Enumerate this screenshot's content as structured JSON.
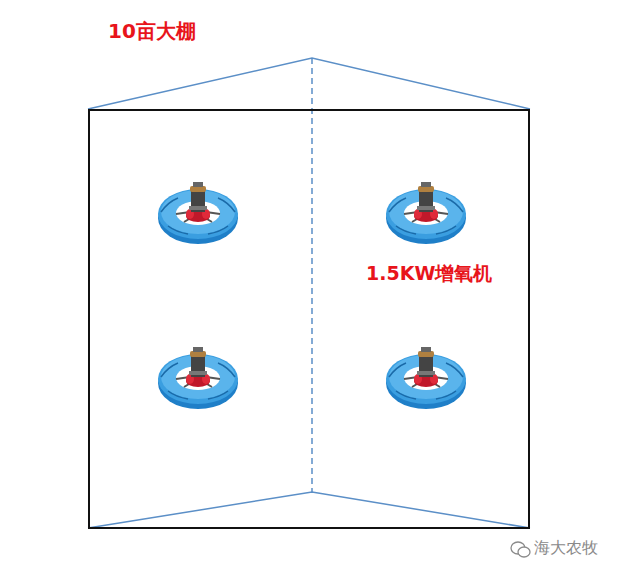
{
  "diagram": {
    "labels": [
      "10亩大棚",
      "1.5KW增氧机",
      "海大农牧"
    ]
  }
}
